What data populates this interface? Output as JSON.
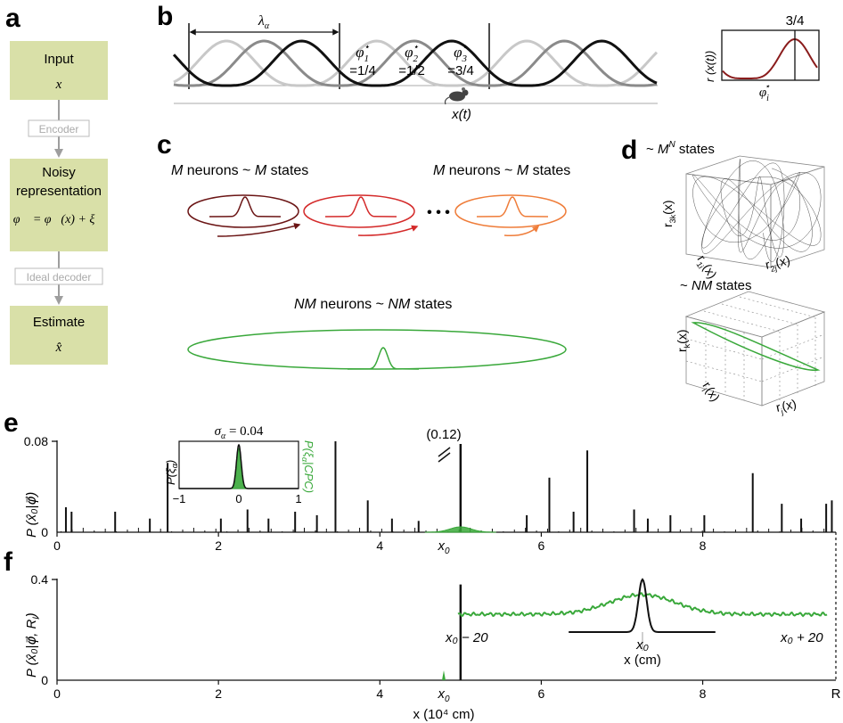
{
  "panel_labels": {
    "a": "a",
    "b": "b",
    "c": "c",
    "d": "d",
    "e": "e",
    "f": "f"
  },
  "colors": {
    "box_fill": "#d9e0a8",
    "arrow_gray": "#9e9e9e",
    "green": "#39a83a",
    "dark_red": "#6b1515",
    "red": "#d42a2a",
    "orange": "#ef7d3a",
    "light_gray": "#c8c8c8",
    "mid_gray": "#8a8a8a",
    "black": "#111111"
  },
  "panel_a": {
    "input": {
      "title": "Input",
      "symbol": "x"
    },
    "encoder_label": "Encoder",
    "noisy": {
      "line1": "Noisy",
      "line2": "representation",
      "equation": "φ⃗ = φ⃗(x) + ξ⃗"
    },
    "decoder_label": "Ideal decoder",
    "estimate": {
      "title": "Estimate",
      "symbol": "x̂"
    }
  },
  "panel_b": {
    "lambda_label": "λ",
    "lambda_sub": "α",
    "phases": [
      {
        "phi": "φ",
        "sub": "1",
        "value": "=1/4",
        "color": "light"
      },
      {
        "phi": "φ",
        "sub": "2",
        "value": "=1/2",
        "color": "mid"
      },
      {
        "phi": "φ",
        "sub": "3",
        "value": "=3/4",
        "color": "dark"
      }
    ],
    "star": "⋆",
    "xaxis_label": "x(t)",
    "inset": {
      "ylabel": "r (x(t))",
      "xlabel_phi": "φ",
      "xlabel_sub": "i",
      "peak_label": "3/4"
    }
  },
  "panel_c": {
    "top_left_label": {
      "m1": "M",
      "mid": " neurons ~ ",
      "m2": "M",
      "end": " states"
    },
    "top_right_label": {
      "m1": "M",
      "mid": " neurons ~ ",
      "m2": "M",
      "end": " states"
    },
    "ellipsis": "• • •",
    "bottom_label": {
      "m1": "NM",
      "mid": " neurons ~ ",
      "m2": "NM",
      "end": " states"
    }
  },
  "panel_d": {
    "top_title": {
      "pre": "~ ",
      "base": "M",
      "sup": "N",
      "end": " states"
    },
    "top_axes": {
      "z": "r",
      "z_sub": "3k",
      "x": "r",
      "x_sub": "1i",
      "y": "r",
      "y_sub": "2j",
      "arg": "(x)"
    },
    "bottom_title": {
      "pre": "~ ",
      "base": "NM",
      "end": " states"
    },
    "bottom_axes": {
      "z": "r",
      "z_sub": "k",
      "x": "r",
      "x_sub": "i",
      "y": "r",
      "y_sub": "j",
      "arg": "(x)"
    }
  },
  "panel_e": {
    "ylabel": "P (x̂₀|φ⃗)",
    "y_ticks": [
      "0",
      "0.08"
    ],
    "x_ticks": [
      "0",
      "2",
      "4",
      "6",
      "8"
    ],
    "x0_label": "x",
    "x0_sub": "0",
    "break_value": "(0.12)",
    "inset": {
      "title_sigma": "σ",
      "title_sub": "α",
      "title_value": " = 0.04",
      "ylabel_left": "P(ξ",
      "ylabel_left_sub": "α",
      "ylabel_left_end": ")",
      "ylabel_right": "P(ξ",
      "ylabel_right_sub": "α",
      "ylabel_right_end": "|CPC)",
      "x_ticks": [
        "−1",
        "0",
        "1"
      ]
    }
  },
  "panel_f": {
    "ylabel": "P (x̂₀|φ⃗, R",
    "ylabel_sub": "l",
    "ylabel_end": ")",
    "y_ticks": [
      "0",
      "0.4"
    ],
    "x_ticks": [
      "0",
      "2",
      "4",
      "6",
      "8"
    ],
    "x0_label": "x",
    "x0_sub": "0",
    "r_label": "R",
    "xlabel": "x (10⁴ cm)",
    "inset": {
      "left_label": "x₀ − 20",
      "center_label": "x₀",
      "right_label": "x₀ + 20",
      "xlabel": "x (cm)"
    }
  },
  "chart_data": [
    {
      "type": "bar",
      "panel": "e",
      "xlabel": "",
      "ylabel": "P (x̂₀|φ⃗)",
      "xlim": [
        0,
        9.65
      ],
      "ylim": [
        0,
        0.08
      ],
      "x_unit_note": "10^4 cm",
      "x0": 5.0,
      "x0_peak": 0.12,
      "x": [
        0.11,
        0.18,
        0.72,
        1.15,
        1.37,
        2.03,
        2.36,
        2.62,
        2.95,
        3.22,
        3.45,
        3.85,
        4.15,
        4.48,
        5.82,
        6.1,
        6.4,
        6.57,
        7.15,
        7.32,
        7.6,
        8.02,
        8.62,
        8.98,
        9.22,
        9.53,
        9.6
      ],
      "values": [
        0.022,
        0.018,
        0.018,
        0.012,
        0.061,
        0.012,
        0.02,
        0.012,
        0.018,
        0.015,
        0.08,
        0.028,
        0.012,
        0.01,
        0.015,
        0.048,
        0.018,
        0.072,
        0.02,
        0.012,
        0.015,
        0.015,
        0.052,
        0.025,
        0.012,
        0.025,
        0.028
      ]
    },
    {
      "type": "line",
      "panel": "e-inset",
      "xlim": [
        -1,
        1
      ],
      "x_ticks": [
        -1,
        0,
        1
      ],
      "series": [
        {
          "name": "P(ξα)",
          "sigma": 0.04
        },
        {
          "name": "P(ξα|CPC)",
          "sigma": 0.04
        }
      ]
    },
    {
      "type": "bar",
      "panel": "f",
      "ylabel": "P (x̂₀|φ⃗, Rl)",
      "xlabel": "x (10⁴ cm)",
      "xlim": [
        0,
        9.65
      ],
      "ylim": [
        0,
        0.4
      ],
      "x": [
        5.0
      ],
      "values": [
        0.38
      ]
    },
    {
      "type": "line",
      "panel": "f-inset",
      "xlabel": "x (cm)",
      "xlim": [
        -20,
        20
      ],
      "series": [
        {
          "name": "black",
          "peak": 0.4,
          "width_cm": 1.2
        },
        {
          "name": "green",
          "peak": 0.25,
          "width_cm": 9.0,
          "baseline": 0.18
        }
      ]
    }
  ]
}
